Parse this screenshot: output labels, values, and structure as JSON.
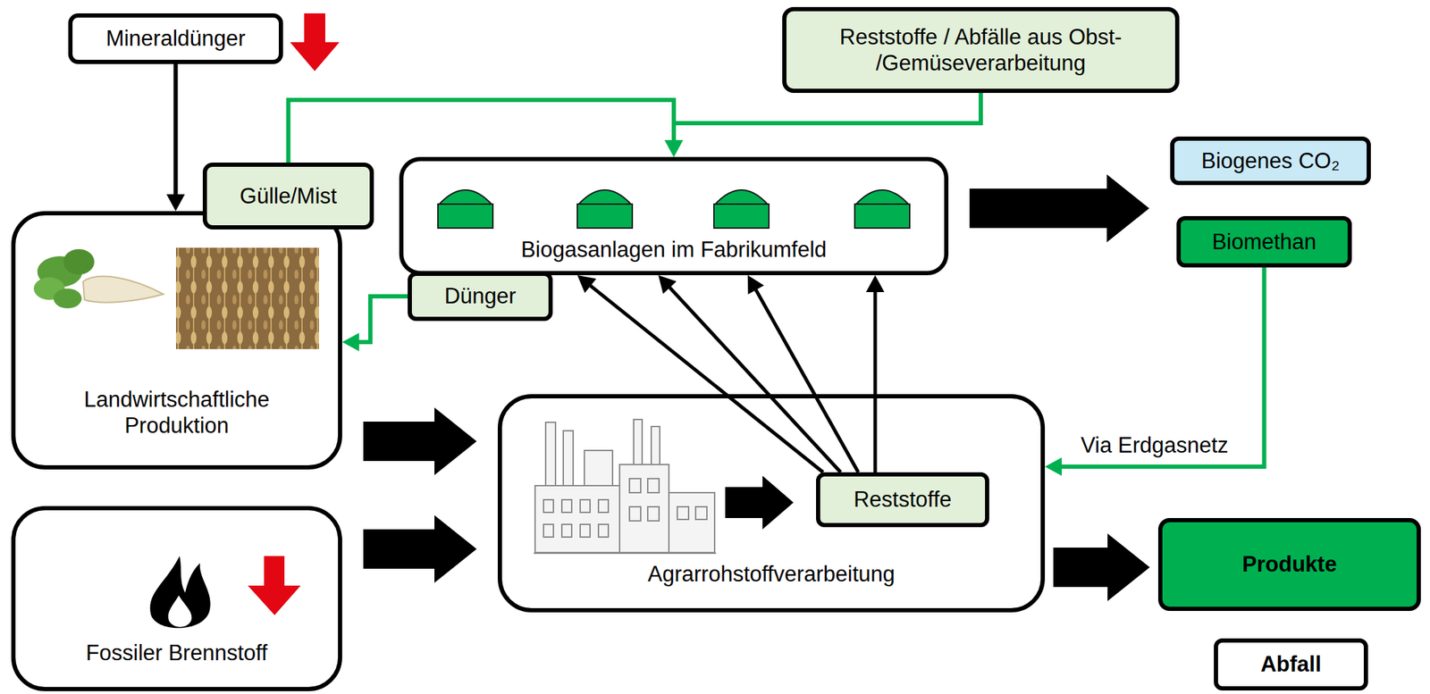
{
  "diagram": {
    "nodes": [
      {
        "text": [
          "Mineraldünger"
        ]
      },
      {
        "text": [
          "Reststoffe / Abfälle aus Obst- /Gemüseverarbeitung"
        ]
      },
      {
        "text": [
          "Biogenes CO₂"
        ]
      },
      {
        "text": [
          "Gülle/Mist"
        ]
      },
      {
        "text": [
          "Biogasanlagen im Fabrikumfeld"
        ]
      },
      {
        "text": [
          "Biomethan"
        ]
      },
      {
        "text": [
          "Dünger"
        ]
      },
      {
        "text": [
          "Landwirtschaftliche Produktion"
        ]
      },
      {
        "text": [
          "Agrarrohstoffverarbeitung"
        ]
      },
      {
        "text": [
          "Reststoffe"
        ],
        "in": 8
      },
      {
        "text": [
          "Produkte"
        ]
      },
      {
        "text": [
          "Fossiler Brennstoff"
        ]
      },
      {
        "text": [
          "Abfall"
        ]
      }
    ],
    "edges": [
      {
        "from": 0,
        "to": 7,
        "arrow": "to"
      },
      {
        "from": 3,
        "to": 4,
        "arrow": "to"
      },
      {
        "from": 1,
        "to": 4,
        "arrow": "to"
      },
      {
        "from": 6,
        "to": 7,
        "arrow": "to"
      },
      {
        "from": 7,
        "to": 8,
        "arrow": "to"
      },
      {
        "from": 11,
        "to": 8,
        "arrow": "to"
      },
      {
        "from": 9,
        "to": 4,
        "arrow": "to"
      },
      {
        "from": 9,
        "to": 4,
        "arrow": "to"
      },
      {
        "from": 9,
        "to": 4,
        "arrow": "to"
      },
      {
        "from": 9,
        "to": 4,
        "arrow": "to"
      },
      {
        "from": 4,
        "to": 2,
        "arrow": "to"
      },
      {
        "from": 4,
        "to": 5,
        "arrow": "to"
      },
      {
        "from": 5,
        "to": 8,
        "arrow": "to",
        "label": "Via Erdgasnetz"
      },
      {
        "from": 8,
        "to": 10,
        "arrow": "to"
      }
    ]
  }
}
